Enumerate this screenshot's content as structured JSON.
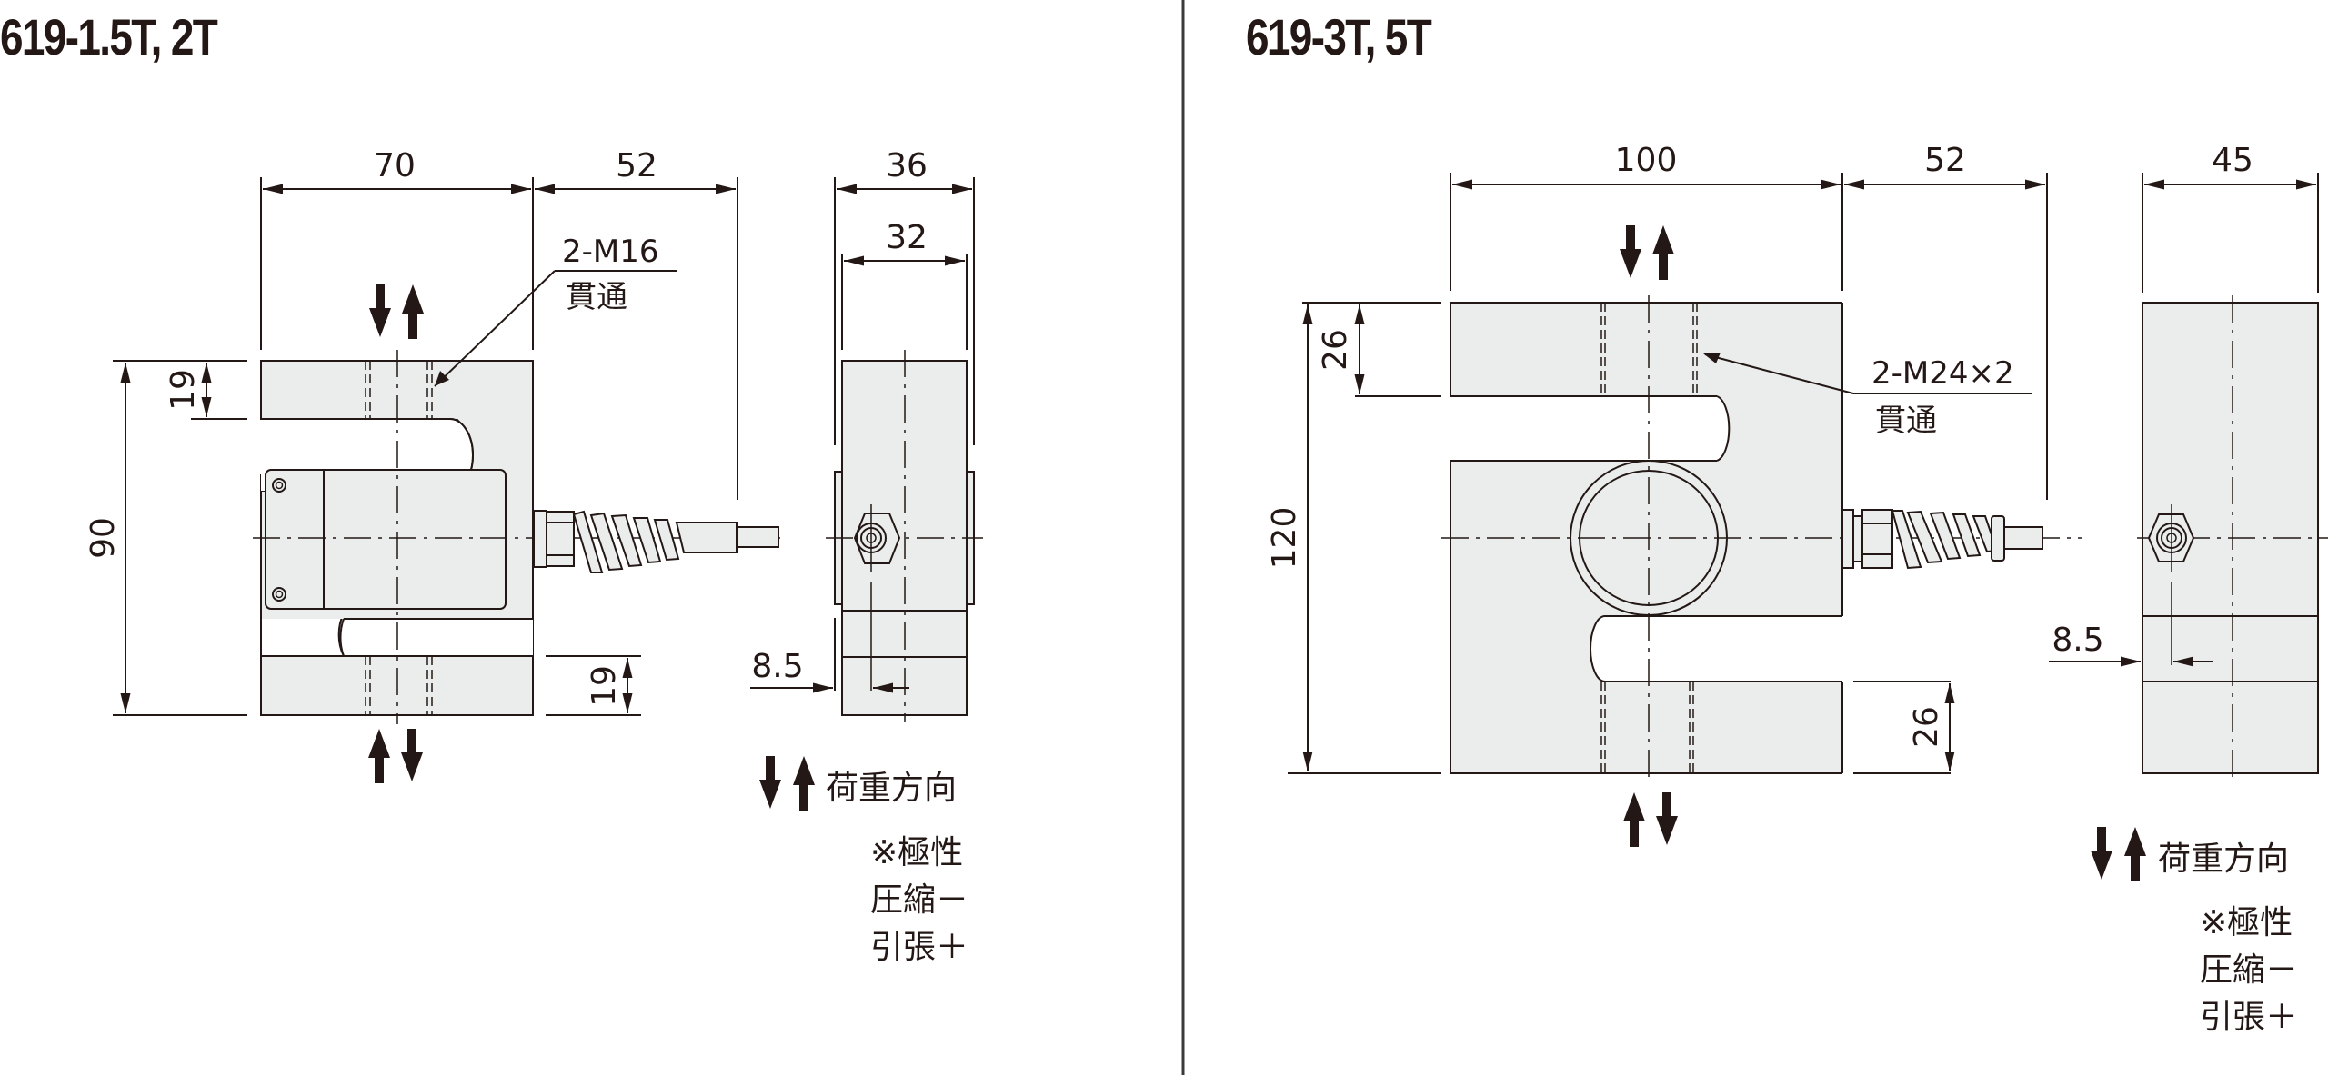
{
  "drawings": [
    {
      "title": "619-1.5T, 2T",
      "dimensions": {
        "body_width": "70",
        "cable_length": "52",
        "side_outer_width": "36",
        "side_inner_width": "32",
        "height": "90",
        "top_arm": "19",
        "bottom_arm": "19",
        "connector_offset": "8.5"
      },
      "thread_callout": {
        "spec": "2-M16",
        "note": "貫通"
      },
      "legend": {
        "load_direction": "荷重方向",
        "polarity_title": "※極性",
        "compression": "圧縮－",
        "tension": "引張＋"
      }
    },
    {
      "title": "619-3T, 5T",
      "dimensions": {
        "body_width": "100",
        "cable_length": "52",
        "side_width": "45",
        "height": "120",
        "top_arm": "26",
        "bottom_arm": "26",
        "connector_offset": "8.5"
      },
      "thread_callout": {
        "spec": "2-M24×2",
        "note": "貫通"
      },
      "legend": {
        "load_direction": "荷重方向",
        "polarity_title": "※極性",
        "compression": "圧縮－",
        "tension": "引張＋"
      }
    }
  ],
  "colors": {
    "line": "#231815",
    "fill": "#ebeded",
    "background": "#ffffff"
  },
  "icons": {
    "load_arrows": "up-down-arrows-icon"
  }
}
